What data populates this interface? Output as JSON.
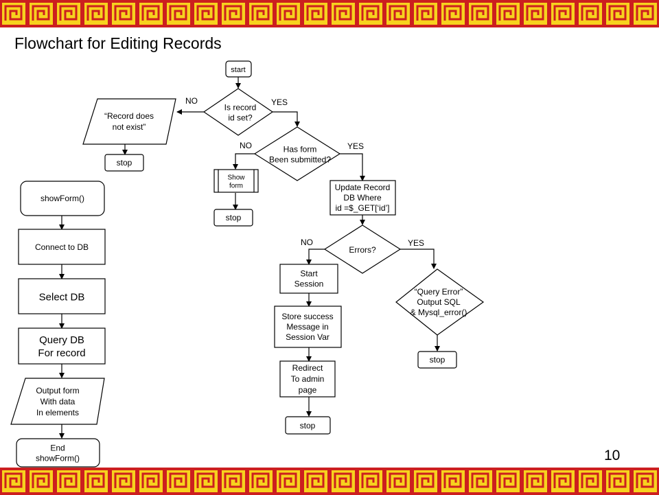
{
  "title": "Flowchart for Editing Records",
  "page_number": "10",
  "colors": {
    "band_red": "#cc1f1f",
    "band_yellow": "#f7d21e",
    "stroke": "#000000"
  },
  "nodes": {
    "start": {
      "lines": [
        "start"
      ]
    },
    "is_record_id_set": {
      "lines": [
        "Is record",
        "id set?"
      ]
    },
    "record_does_not_exist": {
      "lines": [
        "“Record does",
        "not exist”"
      ]
    },
    "stop_not_exist": {
      "lines": [
        "stop"
      ]
    },
    "has_form_submitted": {
      "lines": [
        "Has form",
        "Been submitted?"
      ]
    },
    "show_form": {
      "lines": [
        "Show",
        "form"
      ]
    },
    "stop_show_form": {
      "lines": [
        "stop"
      ]
    },
    "update_record": {
      "lines": [
        "Update Record",
        "DB Where",
        "id =$_GET[‘id’]"
      ]
    },
    "errors": {
      "lines": [
        "Errors?"
      ]
    },
    "start_session": {
      "lines": [
        "Start",
        "Session"
      ]
    },
    "store_success": {
      "lines": [
        "Store success",
        "Message in",
        "Session Var"
      ]
    },
    "redirect": {
      "lines": [
        "Redirect",
        "To admin",
        "page"
      ]
    },
    "stop_redirect": {
      "lines": [
        "stop"
      ]
    },
    "query_error": {
      "lines": [
        "“Query Error”",
        "Output SQL",
        "& Mysql_error()"
      ]
    },
    "stop_query_error": {
      "lines": [
        "stop"
      ]
    },
    "showform_fn": {
      "lines": [
        "showForm()"
      ]
    },
    "connect_db": {
      "lines": [
        "Connect to DB"
      ]
    },
    "select_db": {
      "lines": [
        "Select DB"
      ]
    },
    "query_db": {
      "lines": [
        "Query DB",
        "For record"
      ]
    },
    "output_form": {
      "lines": [
        "Output form",
        "With data",
        "In elements"
      ]
    },
    "end_showform": {
      "lines": [
        "End",
        "showForm()"
      ]
    }
  },
  "edge_labels": {
    "id_no": "NO",
    "id_yes": "YES",
    "form_no": "NO",
    "form_yes": "YES",
    "errors_no": "NO",
    "errors_yes": "YES"
  }
}
